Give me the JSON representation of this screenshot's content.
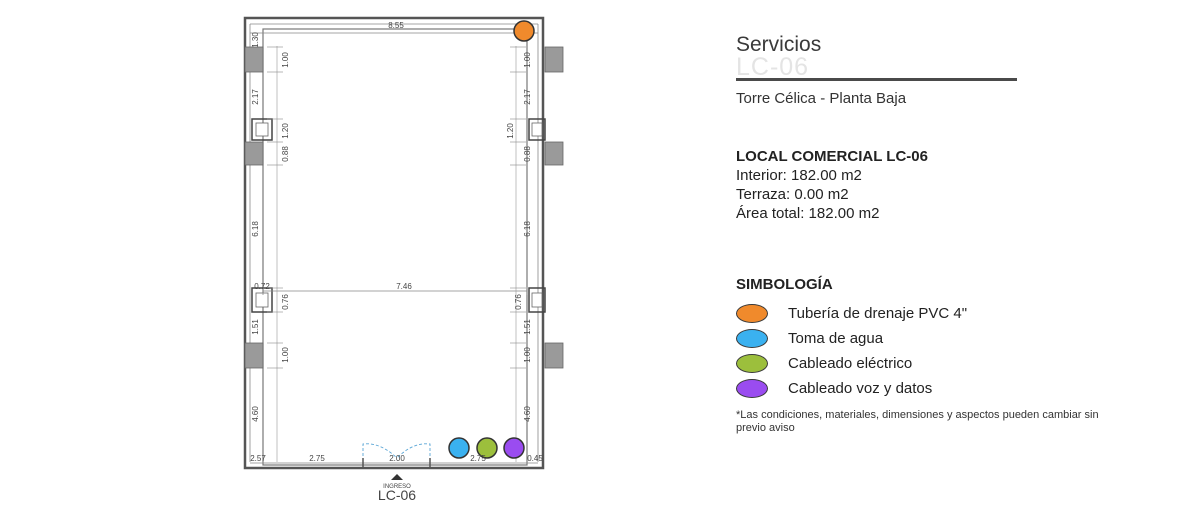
{
  "plan": {
    "dim_top_width": "8.55",
    "dim_mid_width": "7.46",
    "left_dims": [
      "1.30",
      "1.00",
      "2.17",
      "1.20",
      "0.88",
      "6.18",
      "0.72",
      "0.76",
      "1.51",
      "1.00",
      "4.60"
    ],
    "right_dims": [
      "1.00",
      "2.17",
      "1.20",
      "0.88",
      "6.18",
      "0.76",
      "1.51",
      "1.00",
      "4.60",
      "0.45"
    ],
    "bottom_dims": [
      "2.57",
      "2.75",
      "2.00",
      "2.75"
    ],
    "entrance_label": "INGRESO",
    "entrance_unit": "LC-06"
  },
  "info": {
    "title": "Servicios",
    "code": "LC-06",
    "tower": "Torre Célica - Planta Baja",
    "local_title": "LOCAL COMERCIAL LC-06",
    "interior": "Interior: 182.00 m2",
    "terraza": "Terraza: 0.00 m2",
    "total": "Área total: 182.00 m2"
  },
  "legend": {
    "title": "SIMBOLOGÍA",
    "items": [
      {
        "label": "Tubería de drenaje PVC 4\"",
        "color": "#f08a2c"
      },
      {
        "label": "Toma de agua",
        "color": "#3ab1f0"
      },
      {
        "label": "Cableado eléctrico",
        "color": "#9cbf3c"
      },
      {
        "label": "Cableado voz y datos",
        "color": "#9a4cf0"
      }
    ],
    "note": "*Las condiciones, materiales, dimensiones y aspectos pueden cambiar sin previo aviso"
  }
}
